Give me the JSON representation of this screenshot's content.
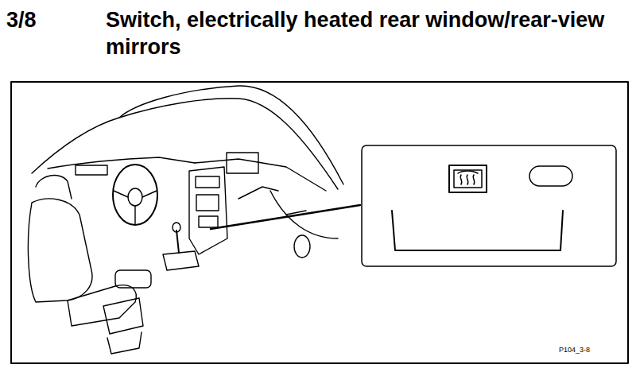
{
  "diagram": {
    "title": "Switch, electrically heated rear window/rear-view mirrors",
    "labels": [
      "3/8",
      "P104_3-8"
    ]
  }
}
